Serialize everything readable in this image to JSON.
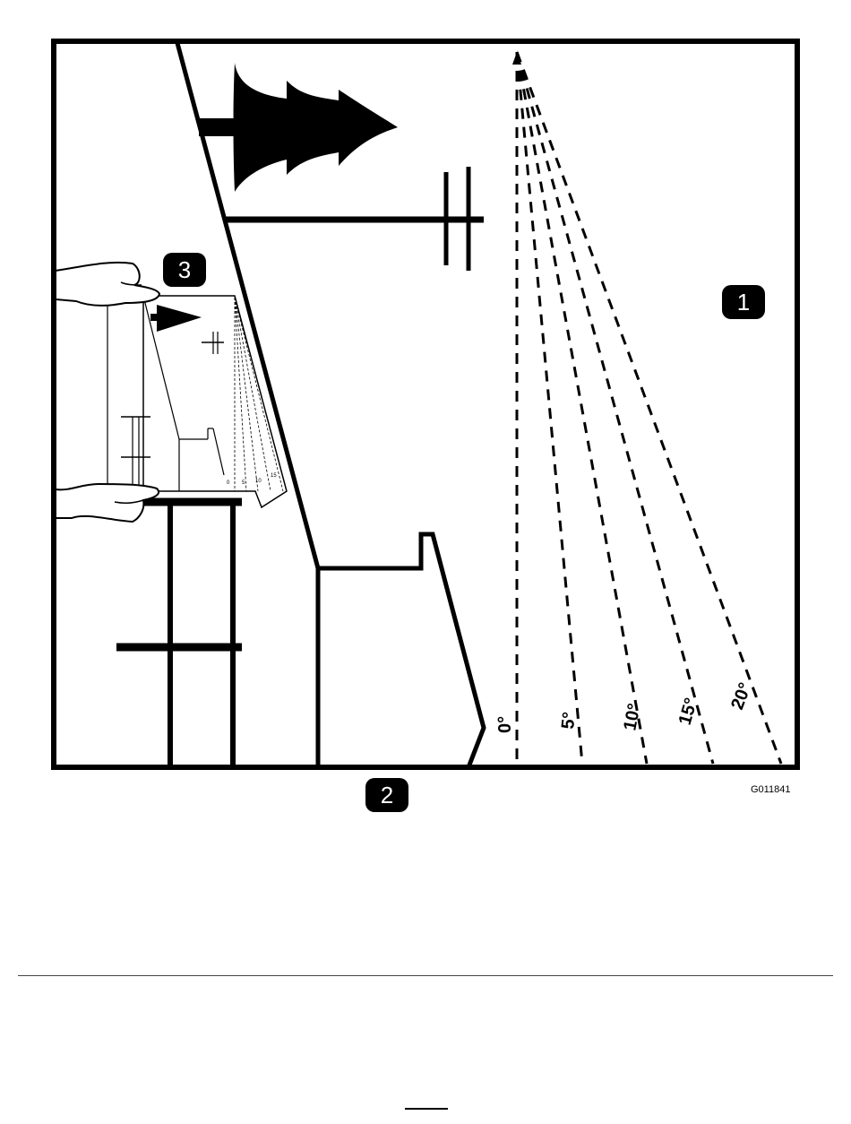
{
  "figure": {
    "id_code": "G011841",
    "callouts": [
      "1",
      "2",
      "3"
    ],
    "angle_labels": [
      "0°",
      "5°",
      "10°",
      "15°",
      "20°"
    ],
    "mini_angle_labels": [
      "0",
      "5",
      "10",
      "15"
    ]
  },
  "icons": {
    "tree": "tree-icon",
    "fence": "fence-icon",
    "hand": "hand-icon",
    "slope-gauge": "slope-gauge-icon"
  },
  "colors": {
    "ink": "#000000",
    "paper": "#ffffff",
    "rule": "#444444"
  }
}
